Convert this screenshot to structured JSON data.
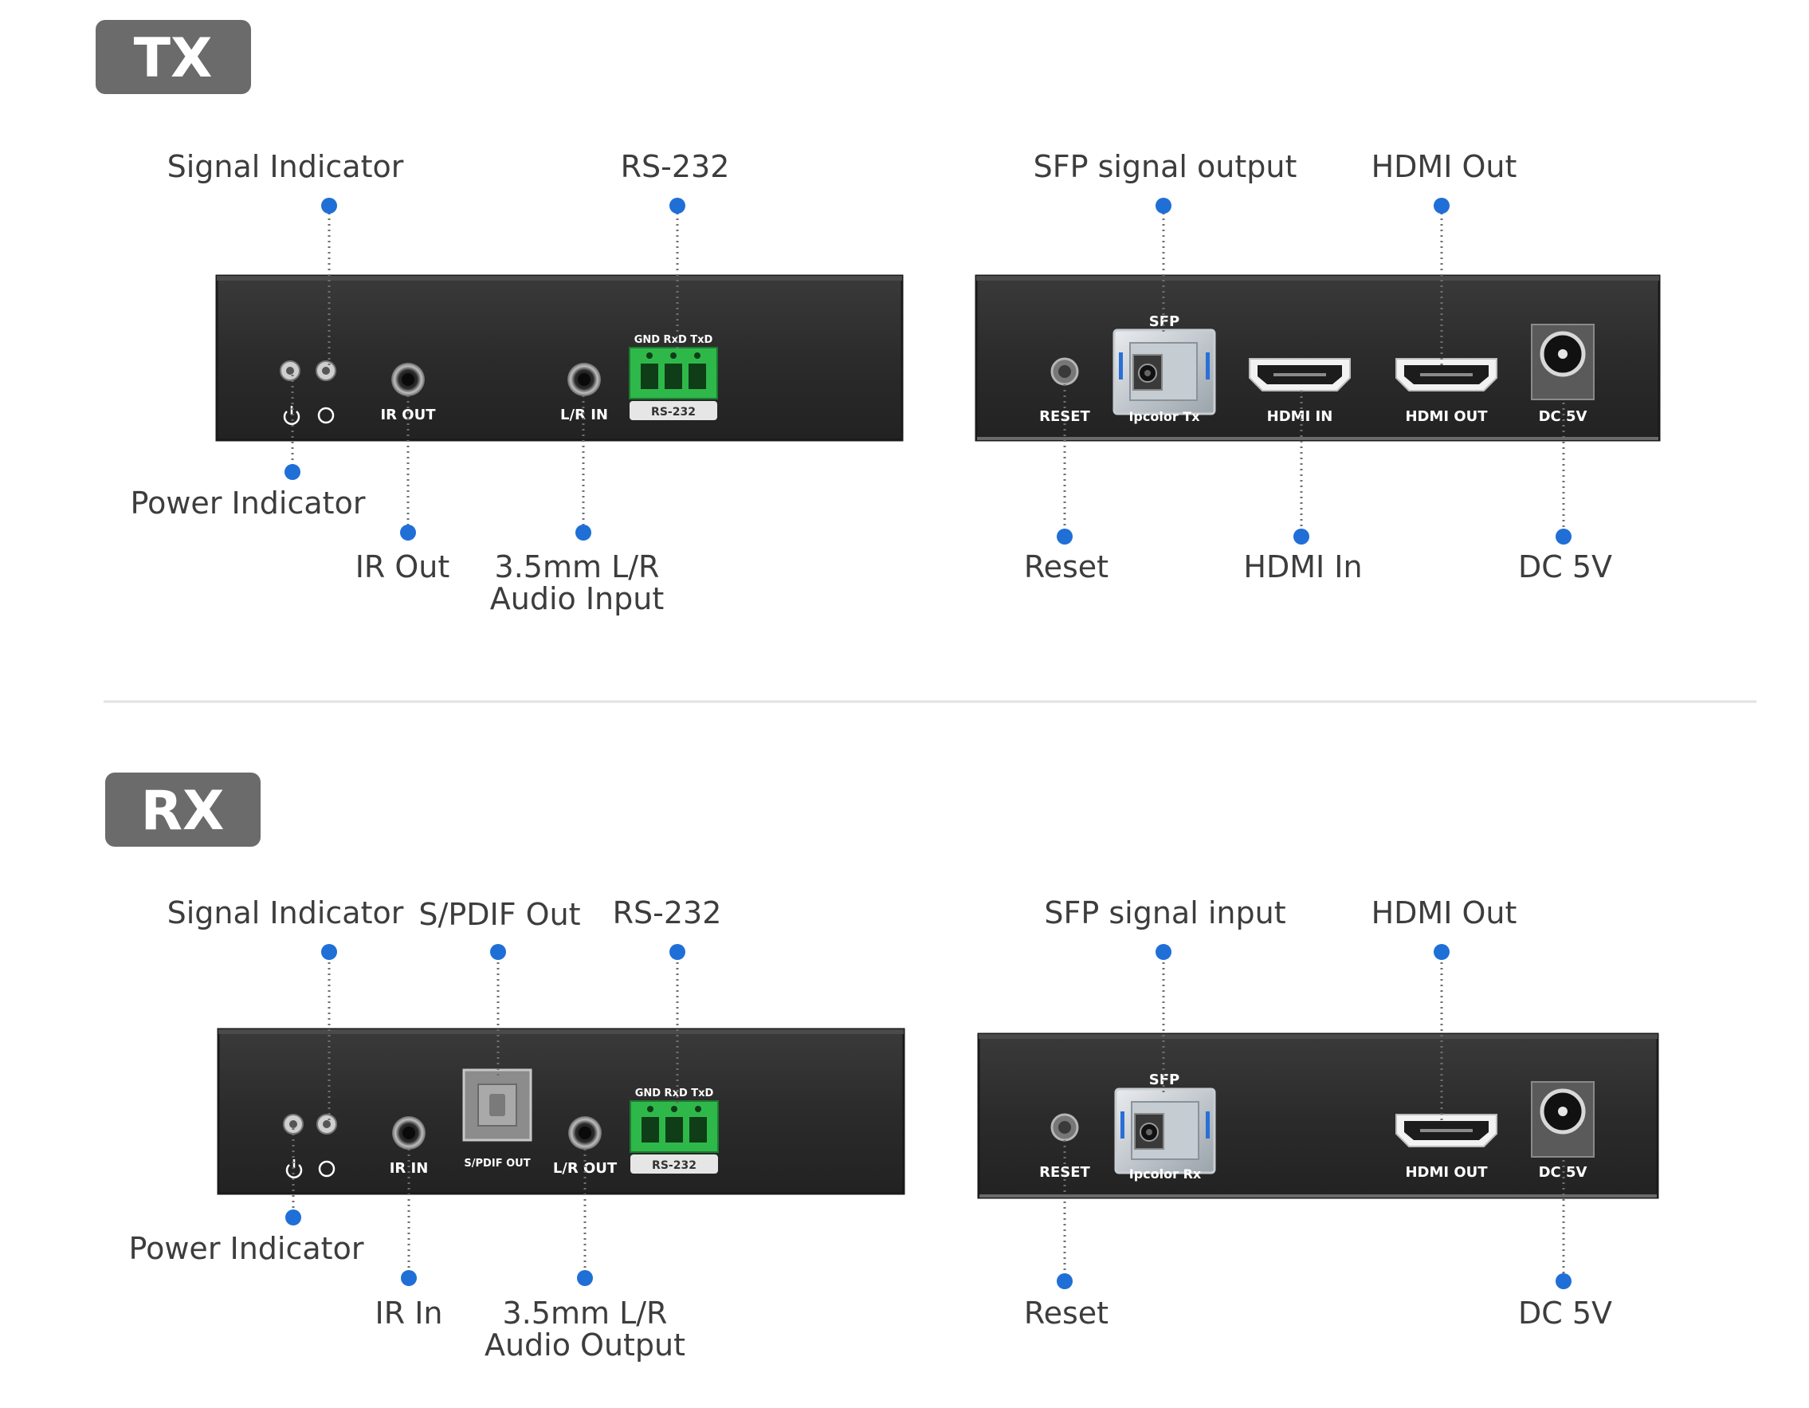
{
  "tx": {
    "badge": "TX",
    "callouts": {
      "signal_indicator": "Signal Indicator",
      "rs232": "RS-232",
      "power_indicator": "Power Indicator",
      "ir": "IR Out",
      "audio_line1": "3.5mm L/R",
      "audio_line2": "Audio Input",
      "sfp": "SFP signal output",
      "hdmi_out": "HDMI Out",
      "reset": "Reset",
      "hdmi_in": "HDMI In",
      "dc": "DC 5V"
    },
    "front_ports": {
      "ir": "IR OUT",
      "audio": "L/R IN",
      "rs_pins": "GND RxD TxD",
      "rs_label": "RS-232"
    },
    "rear_ports": {
      "reset": "RESET",
      "sfp_tag": "SFP",
      "sfp_brand": "Ipcolor  Tx",
      "hdmi_in": "HDMI IN",
      "hdmi_out": "HDMI OUT",
      "dc": "DC 5V"
    }
  },
  "rx": {
    "badge": "RX",
    "callouts": {
      "signal_indicator": "Signal Indicator",
      "spdif": "S/PDIF Out",
      "rs232": "RS-232",
      "power_indicator": "Power Indicator",
      "ir": "IR In",
      "audio_line1": "3.5mm L/R",
      "audio_line2": "Audio Output",
      "sfp": "SFP signal input",
      "hdmi_out": "HDMI Out",
      "reset": "Reset",
      "dc": "DC 5V"
    },
    "front_ports": {
      "ir": "IR IN",
      "spdif": "S/PDIF OUT",
      "audio": "L/R OUT",
      "rs_pins": "GND RxD TxD",
      "rs_label": "RS-232"
    },
    "rear_ports": {
      "reset": "RESET",
      "sfp_tag": "SFP",
      "sfp_brand": "Ipcolor  Rx",
      "hdmi_out": "HDMI OUT",
      "dc": "DC 5V"
    }
  },
  "colors": {
    "badge": "#6b6b6b",
    "chassis": "#2c2c2c",
    "dot": "#1f6fd6",
    "terminal": "#2fb84a",
    "text": "#3d3d3d"
  },
  "icons": {
    "power": "power-icon",
    "signal": "signal-ring-icon"
  }
}
